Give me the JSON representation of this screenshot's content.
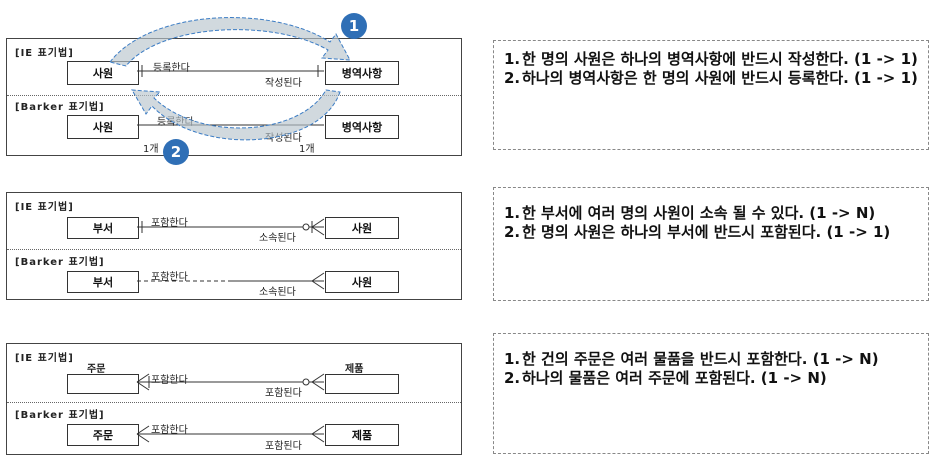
{
  "diagrams": [
    {
      "ie_label": "[IE 표기법]",
      "barker_label": "[Barker 표기법]",
      "ie": {
        "left": "사원",
        "right": "병역사항",
        "rel_top": "등록한다",
        "rel_bottom": "작성된다"
      },
      "barker": {
        "left": "사원",
        "right": "병역사항",
        "rel_top": "등록한다",
        "rel_bottom": "작성된다",
        "card_left": "1개",
        "card_right": "1개"
      },
      "badges": [
        "1",
        "2"
      ],
      "notes": [
        "한 명의 사원은 하나의 병역사항에 반드시 작성한다. (1 -> 1)",
        "하나의 병역사항은 한 명의 사원에 반드시 등록한다. (1 -> 1)"
      ]
    },
    {
      "ie_label": "[IE 표기법]",
      "barker_label": "[Barker 표기법]",
      "ie": {
        "left": "부서",
        "right": "사원",
        "rel_top": "포함한다",
        "rel_bottom": "소속된다"
      },
      "barker": {
        "left": "부서",
        "right": "사원",
        "rel_top": "포함한다",
        "rel_bottom": "소속된다"
      },
      "notes": [
        "한 부서에 여러 명의 사원이 소속 될 수 있다. (1 -> N)",
        "한 명의 사원은 하나의 부서에 반드시 포함된다. (1 -> 1)"
      ]
    },
    {
      "ie_label": "[IE 표기법]",
      "barker_label": "[Barker 표기법]",
      "ie": {
        "left": "주문",
        "right": "제품",
        "rel_top": "포함한다",
        "rel_bottom": "포함된다"
      },
      "barker": {
        "left": "주문",
        "right": "제품",
        "rel_top": "포함한다",
        "rel_bottom": "포함된다"
      },
      "notes": [
        "한 건의 주문은 여러 물품을 반드시 포함한다. (1 -> N)",
        "하나의 물품은 여러 주문에 포함된다. (1 -> N)"
      ]
    }
  ],
  "colors": {
    "badge": "#2f6fb6",
    "arrow_fill": "#b9c4cc",
    "arrow_stroke": "#3b7cc4"
  }
}
